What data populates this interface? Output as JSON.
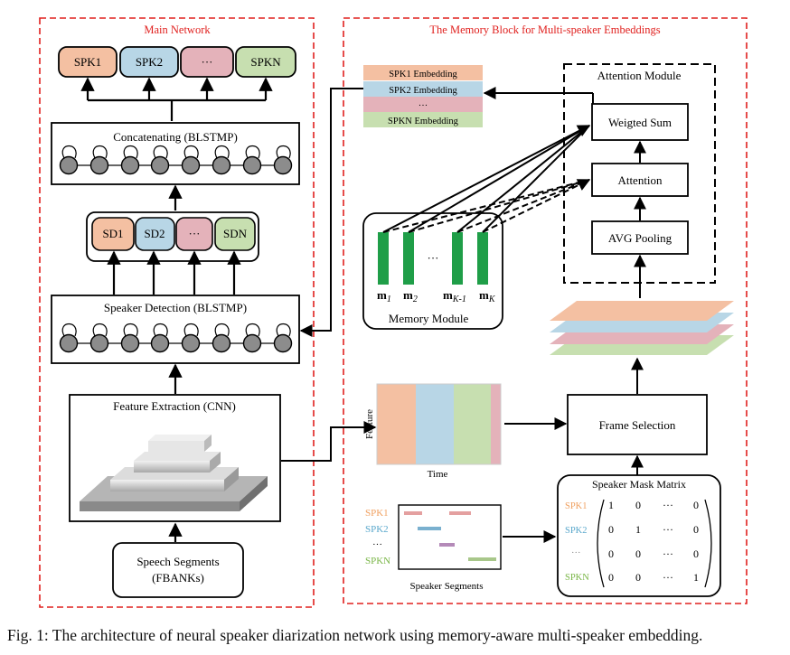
{
  "panels": {
    "main_title": "Main Network",
    "memory_title": "The Memory Block for Multi-speaker Embeddings"
  },
  "outputs": [
    "SPK1",
    "SPK2",
    "···",
    "SPKN"
  ],
  "concat_label": "Concatenating (BLSTMP)",
  "sd_outputs": [
    "SD1",
    "SD2",
    "···",
    "SDN"
  ],
  "speaker_detection_label": "Speaker Detection (BLSTMP)",
  "feature_extraction_label": "Feature Extraction (CNN)",
  "speech_segments": {
    "line1": "Speech Segments",
    "line2": "(FBANKs)"
  },
  "embeddings": [
    "SPK1 Embedding",
    "SPK2 Embedding",
    "···",
    "SPKN Embedding"
  ],
  "attention_module": {
    "title": "Attention Module",
    "weighted_sum": "Weigted Sum",
    "attention": "Attention",
    "avg_pooling": "AVG Pooling"
  },
  "memory_module": {
    "label": "Memory Module",
    "slots": [
      {
        "base": "m",
        "sub": "1"
      },
      {
        "base": "m",
        "sub": "2"
      },
      {
        "base": "m",
        "sub": "K-1"
      },
      {
        "base": "m",
        "sub": "K"
      }
    ],
    "ellipsis": "···"
  },
  "feature_map": {
    "ylabel": "Feature",
    "xlabel": "Time"
  },
  "frame_selection": "Frame Selection",
  "speaker_segments": {
    "labels": [
      "SPK1",
      "SPK2",
      "···",
      "SPKN"
    ],
    "caption": "Speaker Segments"
  },
  "mask_matrix": {
    "title": "Speaker Mask Matrix",
    "row_labels": [
      "SPK1",
      "SPK2",
      "···",
      "SPKN"
    ],
    "rows": [
      [
        "1",
        "0",
        "···",
        "0"
      ],
      [
        "0",
        "1",
        "···",
        "0"
      ],
      [
        "0",
        "0",
        "···",
        "0"
      ],
      [
        "0",
        "0",
        "···",
        "1"
      ]
    ]
  },
  "colors": {
    "spk1": "#f4c0a2",
    "spk2": "#b8d6e6",
    "spk3": "#e4b2ba",
    "spkn": "#c7dfb0",
    "panel_border": "#e0201e",
    "memory_slot": "#1f9e48",
    "label_spk1": "#f0a060",
    "label_spk2": "#5aa8cc",
    "label_spkn": "#7ab648"
  },
  "caption": "Fig. 1: The architecture of neural speaker diarization network using memory-aware multi-speaker embedding."
}
